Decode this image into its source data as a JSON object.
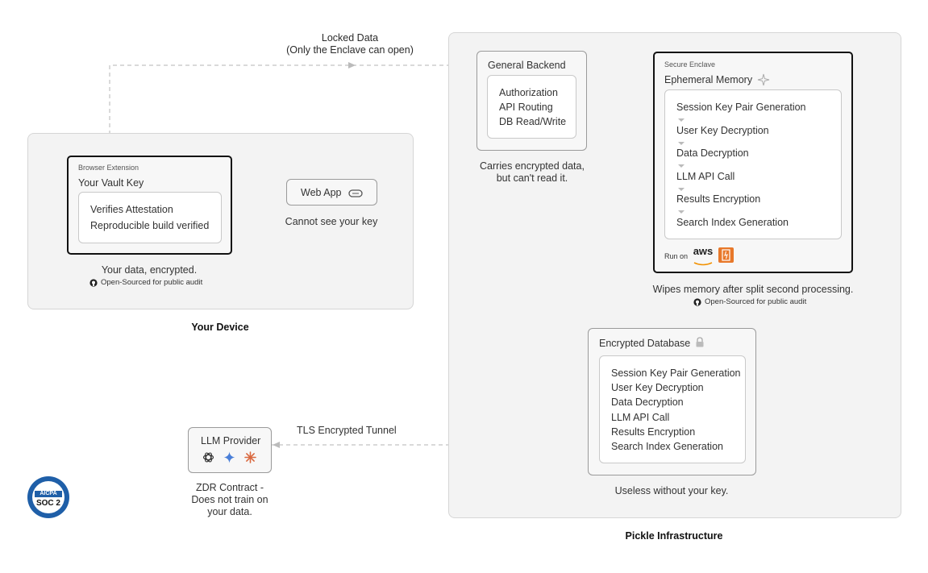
{
  "locked_data": {
    "line1": "Locked Data",
    "line2": "(Only the Enclave can open)"
  },
  "device": {
    "region_label": "Your Device",
    "extension_tag": "Browser Extension",
    "vault_title": "Your Vault Key",
    "vault_items": [
      "Verifies Attestation",
      "Reproducible build verified"
    ],
    "caption": "Your data, encrypted.",
    "audit": "Open-Sourced for public audit",
    "webapp": {
      "label": "Web App",
      "caption": "Cannot see your key"
    }
  },
  "backend": {
    "title": "General Backend",
    "items": [
      "Authorization",
      "API Routing",
      "DB Read/Write"
    ],
    "caption_line1": "Carries encrypted data,",
    "caption_line2": "but can't read it."
  },
  "enclave": {
    "tag": "Secure Enclave",
    "title": "Ephemeral Memory",
    "steps": [
      "Session Key Pair Generation",
      "User Key Decryption",
      "Data Decryption",
      "LLM API Call",
      "Results Encryption",
      "Search Index Generation"
    ],
    "run_on": "Run on",
    "aws": "aws",
    "caption": "Wipes memory after split second processing.",
    "audit": "Open-Sourced for public audit"
  },
  "database": {
    "title": "Encrypted Database",
    "items": [
      "Session Key Pair Generation",
      "User Key Decryption",
      "Data Decryption",
      "LLM API Call",
      "Results Encryption",
      "Search Index Generation"
    ],
    "caption": "Useless without your key."
  },
  "infra_label": "Pickle Infrastructure",
  "tunnel_label": "TLS Encrypted Tunnel",
  "llm": {
    "title": "LLM Provider",
    "caption_lines": [
      "ZDR Contract -",
      "Does not train on",
      "your data."
    ]
  },
  "soc": {
    "top": "AICPA",
    "main": "SOC 2"
  },
  "colors": {
    "border_strong": "#111111",
    "wire": "#bbbbbb",
    "region_bg": "#f3f3f3"
  }
}
